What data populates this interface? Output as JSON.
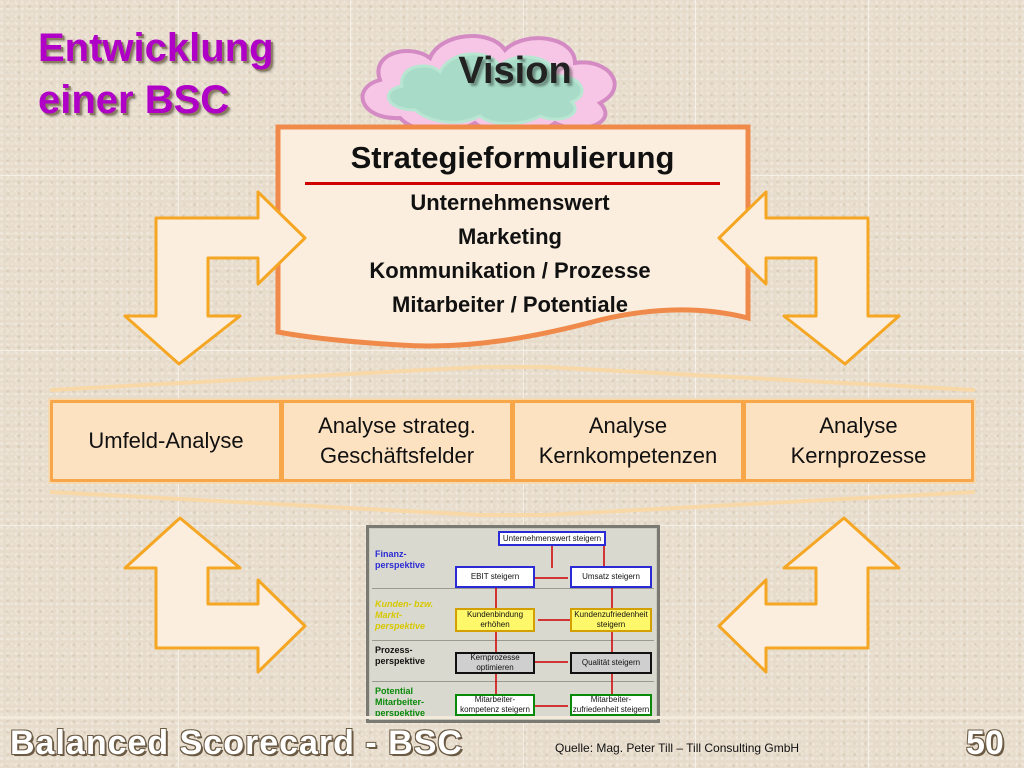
{
  "title_line1": "Entwicklung",
  "title_line2": "einer BSC",
  "vision": "Vision",
  "strategy": {
    "title": "Strategieformulierung",
    "items": [
      "Unternehmenswert",
      "Marketing",
      "Kommunikation / Prozesse",
      "Mitarbeiter / Potentiale"
    ]
  },
  "analysis": [
    {
      "line1": "Umfeld-Analyse",
      "line2": ""
    },
    {
      "line1": "Analyse strateg.",
      "line2": "Geschäftsfelder"
    },
    {
      "line1": "Analyse",
      "line2": "Kernkompetenzen"
    },
    {
      "line1": "Analyse",
      "line2": "Kernprozesse"
    }
  ],
  "bsc": {
    "top_box": "Unternehmenswert steigern",
    "perspectives": [
      {
        "label": "Finanz-perspektive",
        "color": "#2b2bd6"
      },
      {
        "label": "Kunden- bzw. Markt-perspektive",
        "color": "#e0e000"
      },
      {
        "label": "Prozess-perspektive",
        "color": "#111111"
      },
      {
        "label": "Potential Mitarbeiter-perspektive",
        "color": "#0a8a0a"
      }
    ],
    "boxes": [
      {
        "left": "EBIT steigern",
        "right": "Umsatz steigern",
        "border": "#2b2bd6",
        "fill": "#ffffff"
      },
      {
        "left": "Kundenbindung erhöhen",
        "right": "Kundenzufriedenheit steigern",
        "border": "#d4a000",
        "fill": "#fff86a"
      },
      {
        "left": "Kernprozesse optimieren",
        "right": "Qualität steigern",
        "border": "#111111",
        "fill": "#cfcfcf"
      },
      {
        "left": "Mitarbeiter-kompetenz steigern",
        "right": "Mitarbeiter-zufriedenheit steigern",
        "border": "#0a8a0a",
        "fill": "#ffffff"
      }
    ]
  },
  "footer": {
    "title": "Balanced Scorecard - BSC",
    "source": "Quelle: Mag. Peter Till – Till Consulting GmbH",
    "page": "50"
  },
  "colors": {
    "title": "#b000c8",
    "arrow_stroke": "#f5a623",
    "arrow_fill": "#fbeede",
    "analysis_frame": "#f7a64a",
    "analysis_cell": "#fde2c2",
    "strategy_frame": "#f08a4b",
    "underline": "#d00000"
  }
}
